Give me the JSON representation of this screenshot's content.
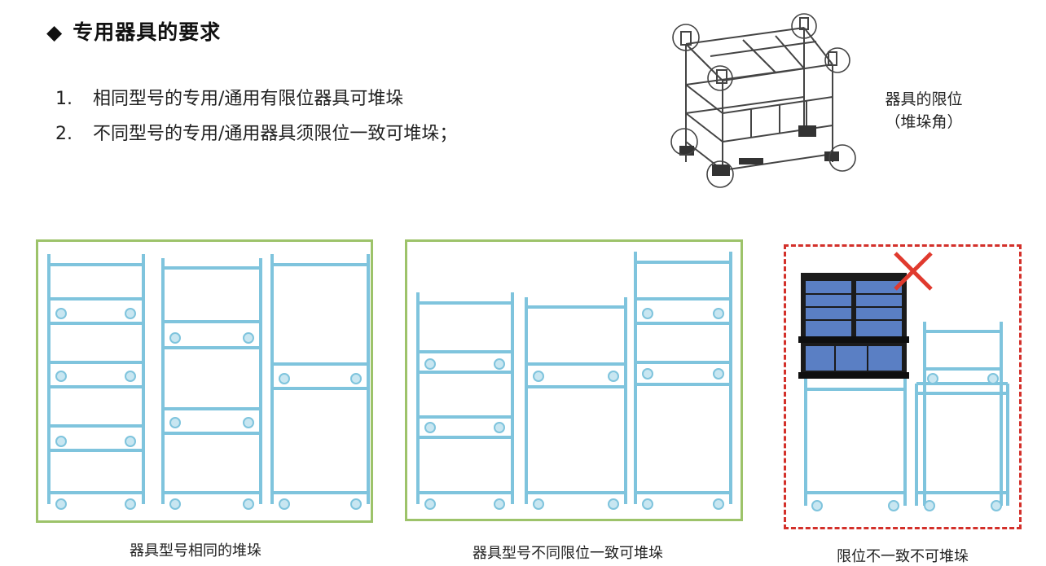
{
  "header": {
    "bullet": "◆",
    "title": "专用器具的要求"
  },
  "requirements": [
    {
      "num": "1.",
      "text": "相同型号的专用/通用有限位器具可堆垛"
    },
    {
      "num": "2.",
      "text": "不同型号的专用/通用器具须限位一致可堆垛；"
    }
  ],
  "figure": {
    "label_line1": "器具的限位",
    "label_line2": "（堆垛角）"
  },
  "captions": {
    "same_model": "器具型号相同的堆垛",
    "diff_model": "器具型号不同限位一致可堆垛",
    "inconsistent": "限位不一致不可堆垛"
  },
  "colors": {
    "rack": "#7fc4dd",
    "good_frame": "#9dc36a",
    "bad_frame": "#d3302a",
    "cross": "#e03a2e",
    "blue_bin": "#5a7fc4"
  }
}
